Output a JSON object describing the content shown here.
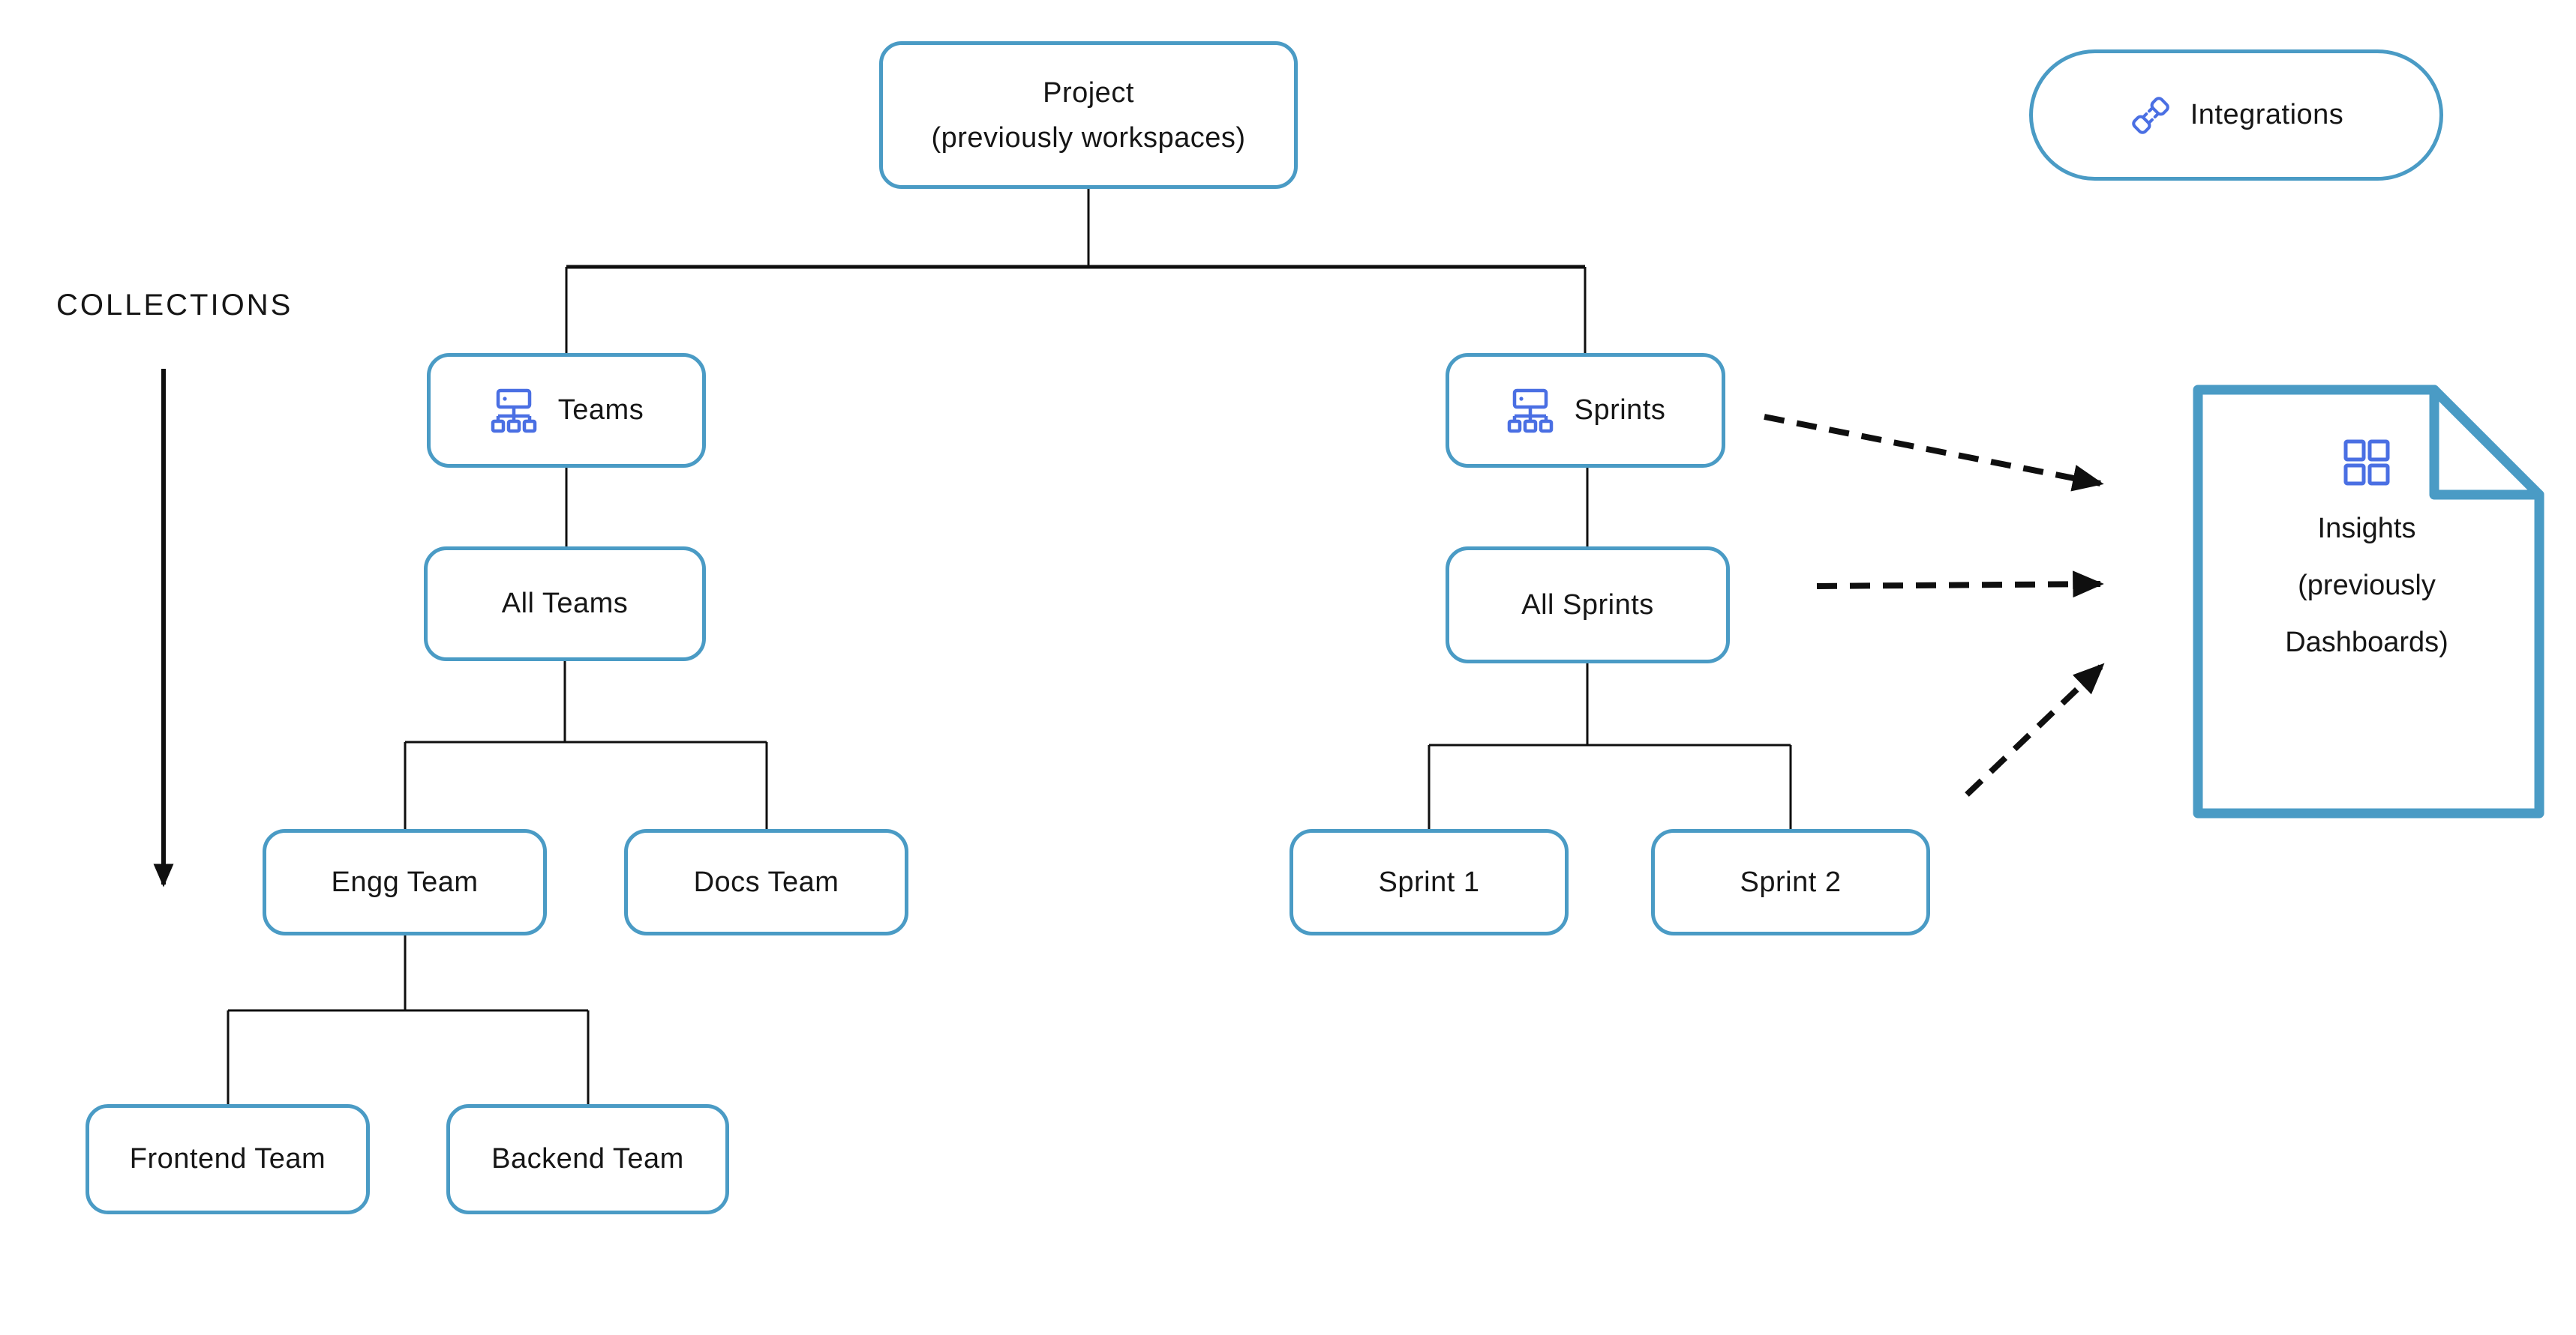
{
  "diagram": {
    "annotation": {
      "collections_label": "COLLECTIONS"
    },
    "nodes": {
      "project": {
        "line1": "Project",
        "line2": "(previously workspaces)"
      },
      "integrations": {
        "label": "Integrations",
        "icon": "plug-icon"
      },
      "teams": {
        "label": "Teams",
        "icon": "sitemap-icon"
      },
      "sprints": {
        "label": "Sprints",
        "icon": "sitemap-icon"
      },
      "all_teams": {
        "label": "All Teams"
      },
      "all_sprints": {
        "label": "All Sprints"
      },
      "engg_team": {
        "label": "Engg Team"
      },
      "docs_team": {
        "label": "Docs Team"
      },
      "sprint_1": {
        "label": "Sprint 1"
      },
      "sprint_2": {
        "label": "Sprint 2"
      },
      "frontend_team": {
        "label": "Frontend Team"
      },
      "backend_team": {
        "label": "Backend Team"
      },
      "insights": {
        "line1": "Insights",
        "line2": "(previously",
        "line3": "Dashboards)",
        "icon": "dashboard-grid-icon",
        "shape": "document-with-folded-corner"
      }
    },
    "edges": [
      {
        "from": "Project",
        "to": "Teams",
        "style": "solid"
      },
      {
        "from": "Project",
        "to": "Sprints",
        "style": "solid"
      },
      {
        "from": "Teams",
        "to": "All Teams",
        "style": "solid"
      },
      {
        "from": "All Teams",
        "to": "Engg Team",
        "style": "solid"
      },
      {
        "from": "All Teams",
        "to": "Docs Team",
        "style": "solid"
      },
      {
        "from": "Engg Team",
        "to": "Frontend Team",
        "style": "solid"
      },
      {
        "from": "Engg Team",
        "to": "Backend Team",
        "style": "solid"
      },
      {
        "from": "Sprints",
        "to": "All Sprints",
        "style": "solid"
      },
      {
        "from": "All Sprints",
        "to": "Sprint 1",
        "style": "solid"
      },
      {
        "from": "All Sprints",
        "to": "Sprint 2",
        "style": "solid"
      },
      {
        "from": "Sprints",
        "to": "Insights",
        "style": "dashed-arrow"
      },
      {
        "from": "All Sprints",
        "to": "Insights",
        "style": "dashed-arrow"
      },
      {
        "from": "Sprint 2",
        "to": "Insights",
        "style": "dashed-arrow"
      },
      {
        "from": "COLLECTIONS",
        "to": "down",
        "style": "solid-arrow"
      }
    ],
    "colors": {
      "box_border": "#4a9bc5",
      "document_border": "#4a9bc5",
      "icon_blue": "#4a6fe3",
      "connector_line": "#0f0f0f",
      "text": "#161616",
      "background": "#ffffff"
    }
  }
}
